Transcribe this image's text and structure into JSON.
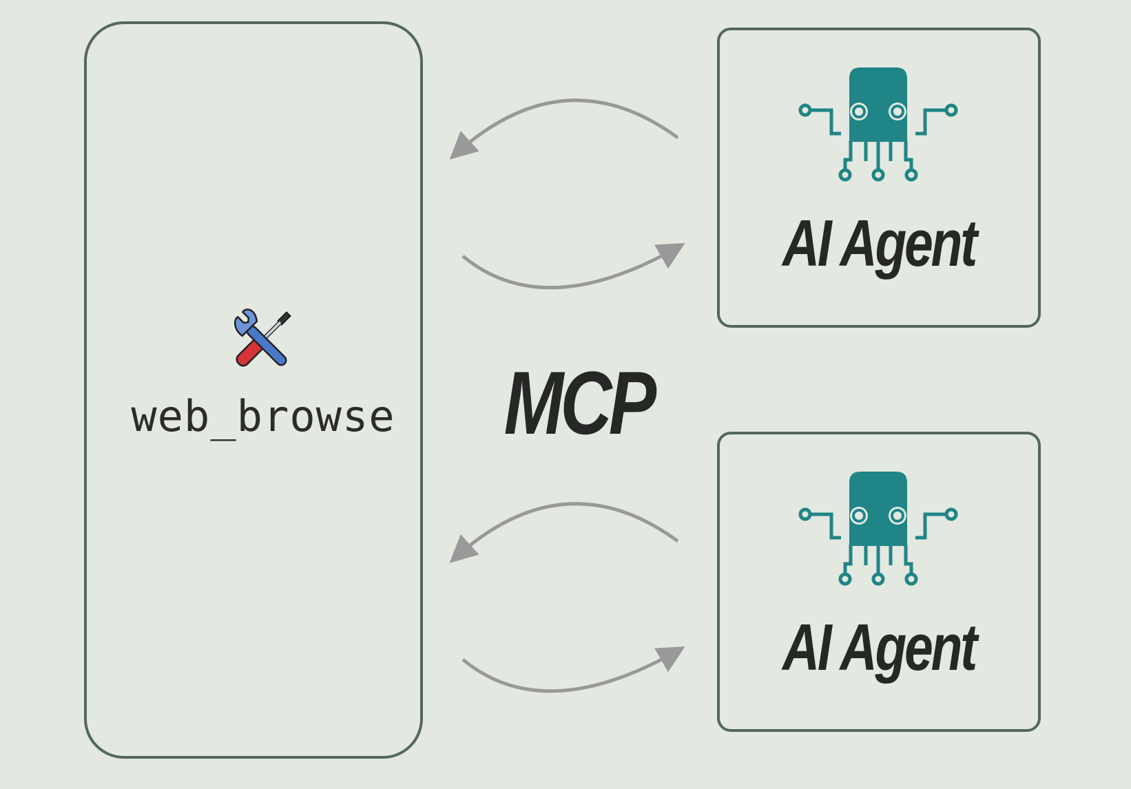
{
  "tool": {
    "label": "web_browse",
    "icon": "hammer-wrench-icon"
  },
  "protocol": {
    "label": "MCP"
  },
  "agents": [
    {
      "label": "AI Agent",
      "icon": "octopus-robot-icon"
    },
    {
      "label": "AI Agent",
      "icon": "octopus-robot-icon"
    }
  ],
  "colors": {
    "background": "#e3e8e1",
    "border": "#52685a",
    "arrow": "#999999",
    "agent_logo": "#1f8586"
  }
}
